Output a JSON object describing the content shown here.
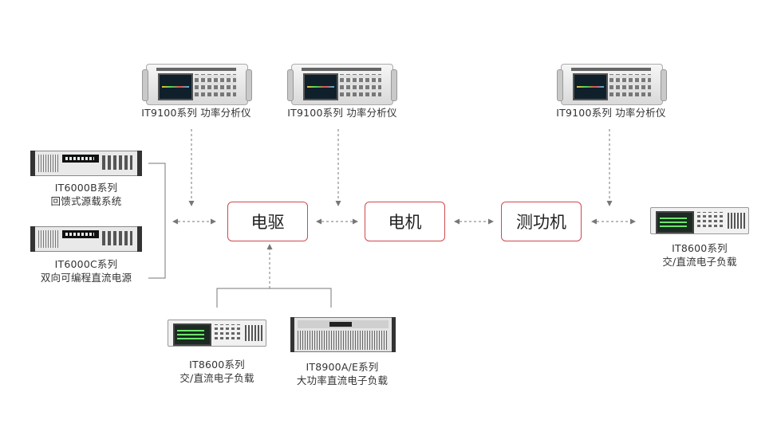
{
  "nodes": {
    "drive": "电驱",
    "motor": "电机",
    "dyno": "测功机"
  },
  "devices": {
    "pa1": {
      "line1": "IT9100系列 功率分析仪"
    },
    "pa2": {
      "line1": "IT9100系列 功率分析仪"
    },
    "pa3": {
      "line1": "IT9100系列 功率分析仪"
    },
    "src_b": {
      "line1": "IT6000B系列",
      "line2": "回馈式源载系统"
    },
    "src_c": {
      "line1": "IT6000C系列",
      "line2": "双向可编程直流电源"
    },
    "load_right": {
      "line1": "IT8600系列",
      "line2": "交/直流电子负载"
    },
    "load_bottom": {
      "line1": "IT8600系列",
      "line2": "交/直流电子负载"
    },
    "load_big": {
      "line1": "IT8900A/E系列",
      "line2": "大功率直流电子负载"
    }
  },
  "colors": {
    "box_border": "#d2484c",
    "connector": "#777777"
  }
}
